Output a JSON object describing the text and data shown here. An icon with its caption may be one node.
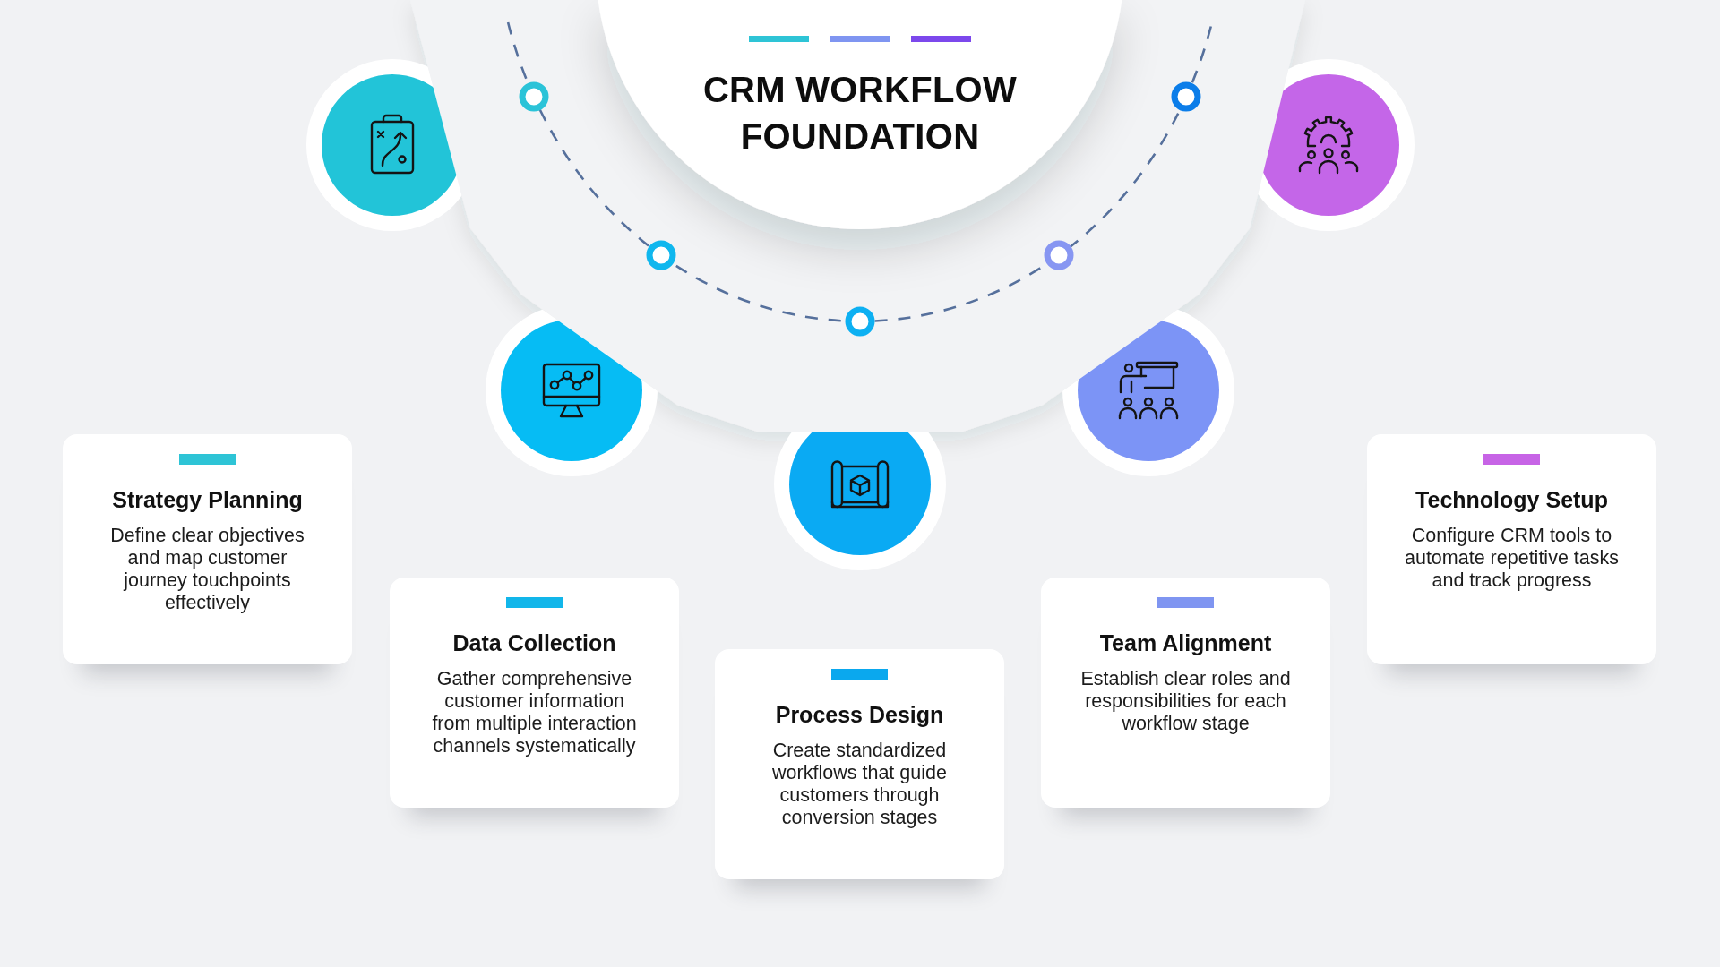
{
  "diagram": {
    "title": "CRM WORKFLOW FOUNDATION",
    "nodes": [
      {
        "text": [
          "Strategy Planning",
          "Define clear objectives and map customer journey touchpoints effectively"
        ]
      },
      {
        "text": [
          "Data Collection",
          "Gather comprehensive customer information from multiple interaction channels systematically"
        ]
      },
      {
        "text": [
          "Process Design",
          "Create standardized workflows that guide customers through conversion stages"
        ]
      },
      {
        "text": [
          "Team Alignment",
          "Establish clear roles and responsibilities for each workflow stage"
        ]
      },
      {
        "text": [
          "Technology Setup",
          "Configure CRM tools to automate repetitive tasks and track progress"
        ]
      }
    ]
  }
}
